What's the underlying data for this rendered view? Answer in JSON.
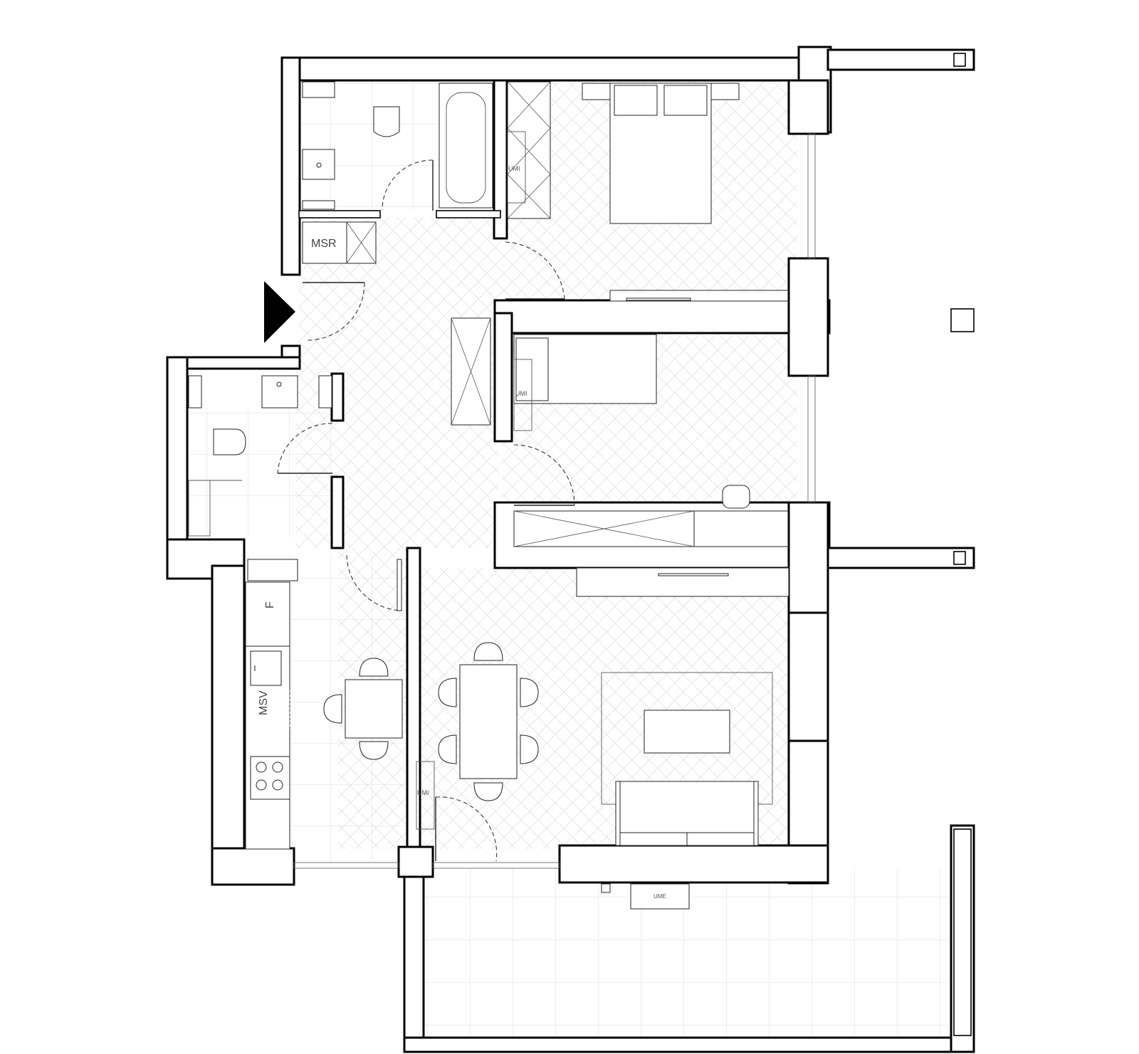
{
  "labels": {
    "msr": "MSR",
    "msv": "MSV",
    "fridge": "F",
    "ume_balcony": "UME",
    "umi_bedroom1": "UMI",
    "umi_bedroom2": "UMI",
    "umi_living": "UMI"
  },
  "icons": {
    "entrance": "entrance-triangle-icon"
  },
  "colors": {
    "wall": "#000000",
    "pattern": "#d6d6d6",
    "furniture": "#222222"
  }
}
